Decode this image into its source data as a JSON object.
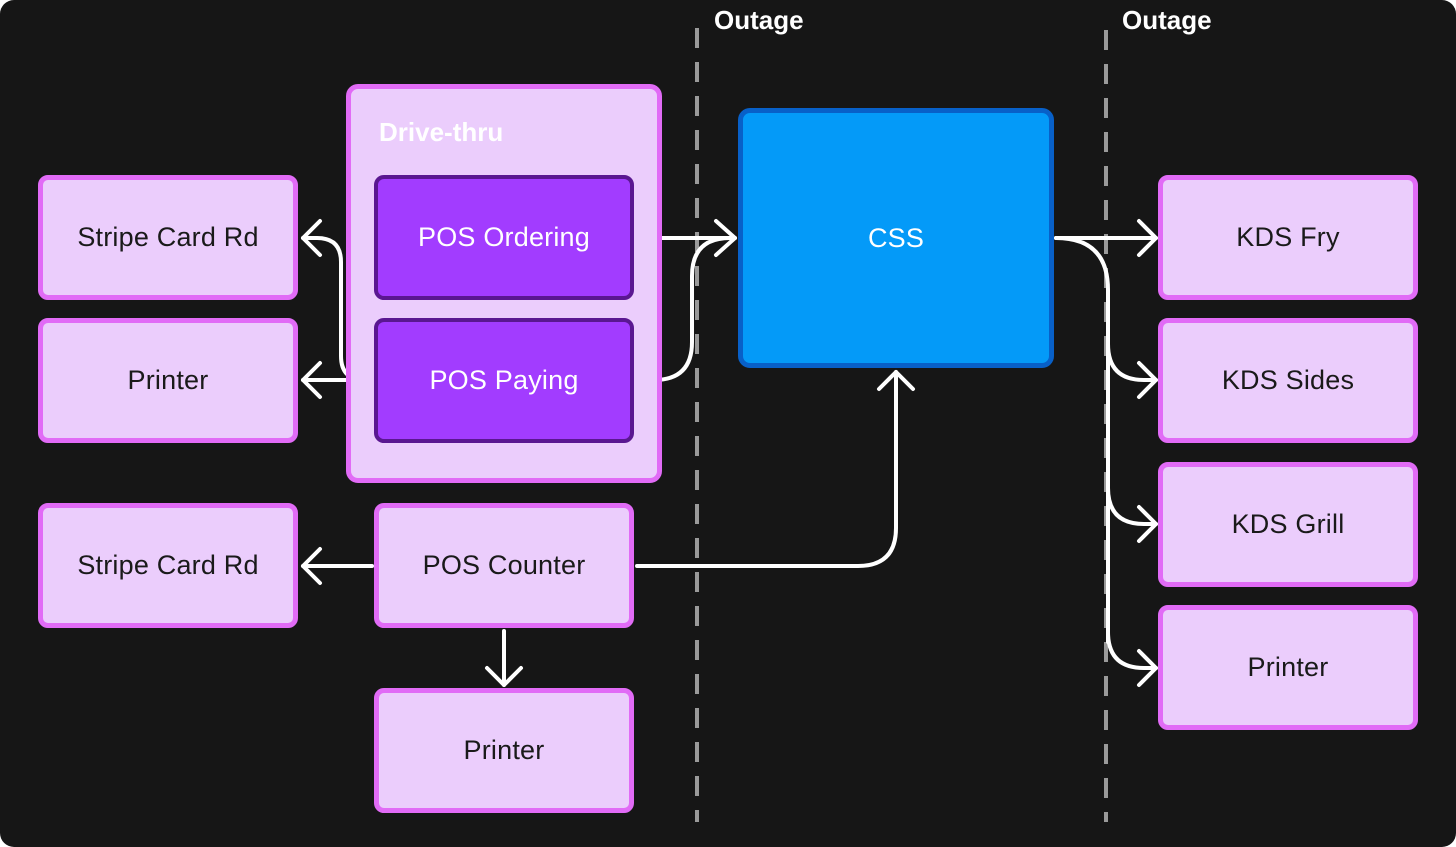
{
  "outage_labels": [
    "Outage",
    "Outage"
  ],
  "group": {
    "label": "Drive-thru"
  },
  "nodes": {
    "stripe_card_rd_1": "Stripe Card Rd",
    "printer_1": "Printer",
    "pos_ordering": "POS Ordering",
    "pos_paying": "POS Paying",
    "css": "CSS",
    "stripe_card_rd_2": "Stripe Card Rd",
    "pos_counter": "POS Counter",
    "printer_2": "Printer",
    "kds_fry": "KDS Fry",
    "kds_sides": "KDS Sides",
    "kds_grill": "KDS Grill",
    "printer_3": "Printer"
  },
  "colors": {
    "background": "#161616",
    "node_fill": "#ebcdfc",
    "node_border": "#e16bf6",
    "pos_fill": "#a23cff",
    "pos_border": "#5a1791",
    "css_fill": "#049af8",
    "css_border": "#0860c8",
    "divider": "#9a9a9a",
    "arrow": "#ffffff"
  }
}
